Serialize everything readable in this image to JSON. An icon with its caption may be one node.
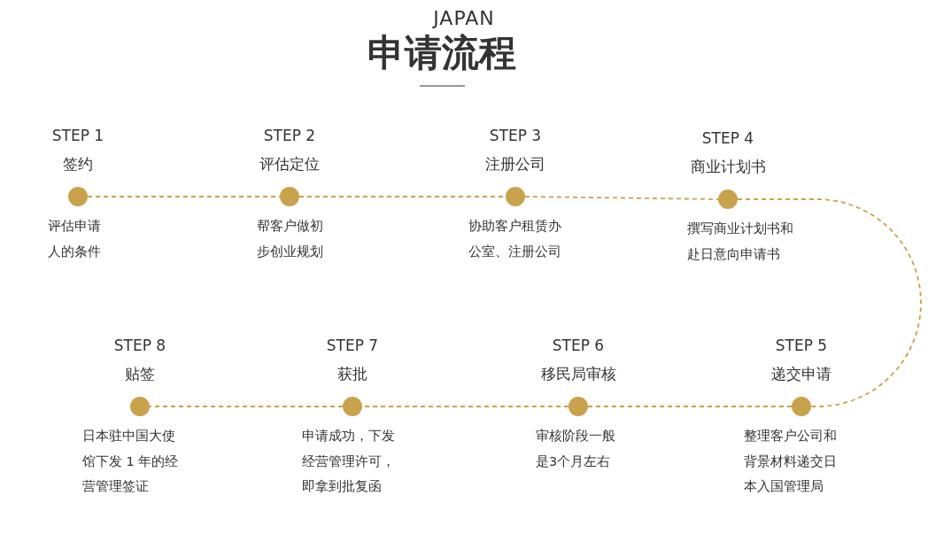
{
  "diagram": {
    "title": "申请流程",
    "labels": [
      "JAPAN"
    ],
    "nodes": [
      {
        "text": [],
        "shape": "circle",
        "beside": [
          "STEP 1",
          "签约",
          "评估申请人的条件"
        ]
      },
      {
        "text": [],
        "shape": "circle",
        "beside": [
          "STEP 2",
          "评估定位",
          "帮客户做初步创业规划"
        ]
      },
      {
        "text": [],
        "shape": "circle",
        "beside": [
          "STEP 3",
          "注册公司",
          "协助客户租赁办公室、注册公司"
        ]
      },
      {
        "text": [],
        "shape": "circle",
        "beside": [
          "STEP 4",
          "商业计划书",
          "撰写商业计划书和赴日意向申请书"
        ]
      },
      {
        "text": [],
        "shape": "circle",
        "beside": [
          "STEP 5",
          "递交申请",
          "整理客户公司和背景材料递交日本入国管理局"
        ]
      },
      {
        "text": [],
        "shape": "circle",
        "beside": [
          "STEP 6",
          "移民局审核",
          "审核阶段一般是3个月左右"
        ]
      },
      {
        "text": [],
        "shape": "circle",
        "beside": [
          "STEP 7",
          "获批",
          "申请成功，下发经营管理许可，即拿到批复函"
        ]
      },
      {
        "text": [],
        "shape": "circle",
        "beside": [
          "STEP 8",
          "贴签",
          "日本驻中国大使馆下发 1 年的经营管理签证"
        ]
      }
    ],
    "edges": [
      {
        "from": 0,
        "to": 1,
        "arrow": "none",
        "style": "dashed"
      },
      {
        "from": 1,
        "to": 2,
        "arrow": "none",
        "style": "dashed"
      },
      {
        "from": 2,
        "to": 3,
        "arrow": "none",
        "style": "dashed"
      },
      {
        "from": 3,
        "to": 4,
        "arrow": "none",
        "style": "dashed"
      },
      {
        "from": 4,
        "to": 5,
        "arrow": "none",
        "style": "dashed"
      },
      {
        "from": 5,
        "to": 6,
        "arrow": "none",
        "style": "dashed"
      },
      {
        "from": 6,
        "to": 7,
        "arrow": "none",
        "style": "dashed"
      }
    ]
  }
}
